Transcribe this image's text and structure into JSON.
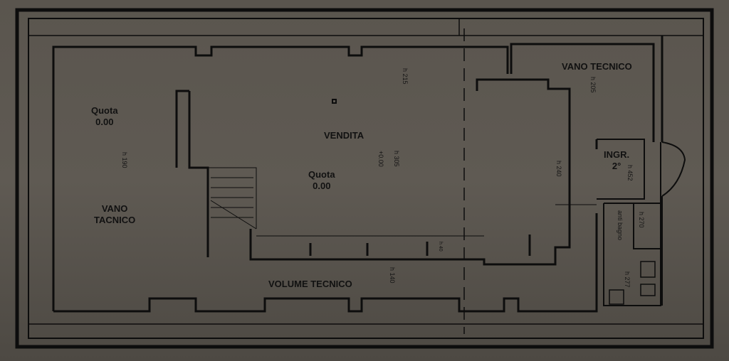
{
  "rooms": {
    "left_quota": "Quota\n0.00",
    "left_quota_label": "Quota",
    "left_quota_value": "0.00",
    "vano_left_1": "VANO",
    "vano_left_2": "TACNICO",
    "vendita": "VENDITA",
    "center_quota_label": "Quota",
    "center_quota_value": "0.00",
    "vano_right": "VANO TECNICO",
    "ingr_1": "INGR.",
    "ingr_2": "2°",
    "anti_bagno": "anti bagno",
    "volume_tecnico": "VOLUME TECNICO"
  },
  "heights": {
    "h190": "h 190",
    "h215": "h 215",
    "h305": "h 305",
    "plus000": "+0.00",
    "h240": "h 240",
    "h205": "h 205",
    "h452": "h 452",
    "h270": "h 270",
    "h277": "h 277",
    "h140": "h 140",
    "h40": "h 40"
  }
}
